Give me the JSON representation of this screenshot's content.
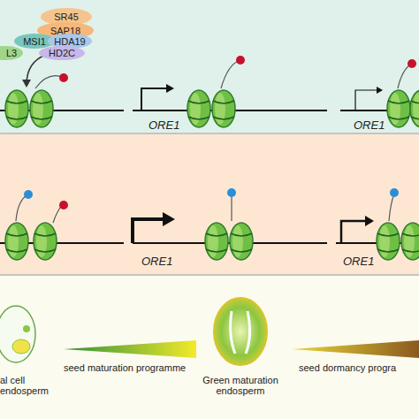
{
  "diagram": {
    "nodes": [
      {
        "text": [
          "SR45"
        ]
      },
      {
        "text": [
          "SAP18"
        ]
      },
      {
        "text": [
          "MSI1"
        ]
      },
      {
        "text": [
          "HDA19"
        ]
      },
      {
        "text": [
          "L3"
        ]
      },
      {
        "text": [
          "HD2C"
        ]
      }
    ],
    "labels": [
      "ORE1",
      "ORE1",
      "ORE1",
      "ORE1",
      "al cell endosperm",
      "seed maturation programme",
      "Green maturation endosperm",
      "seed dormancy progra"
    ]
  }
}
